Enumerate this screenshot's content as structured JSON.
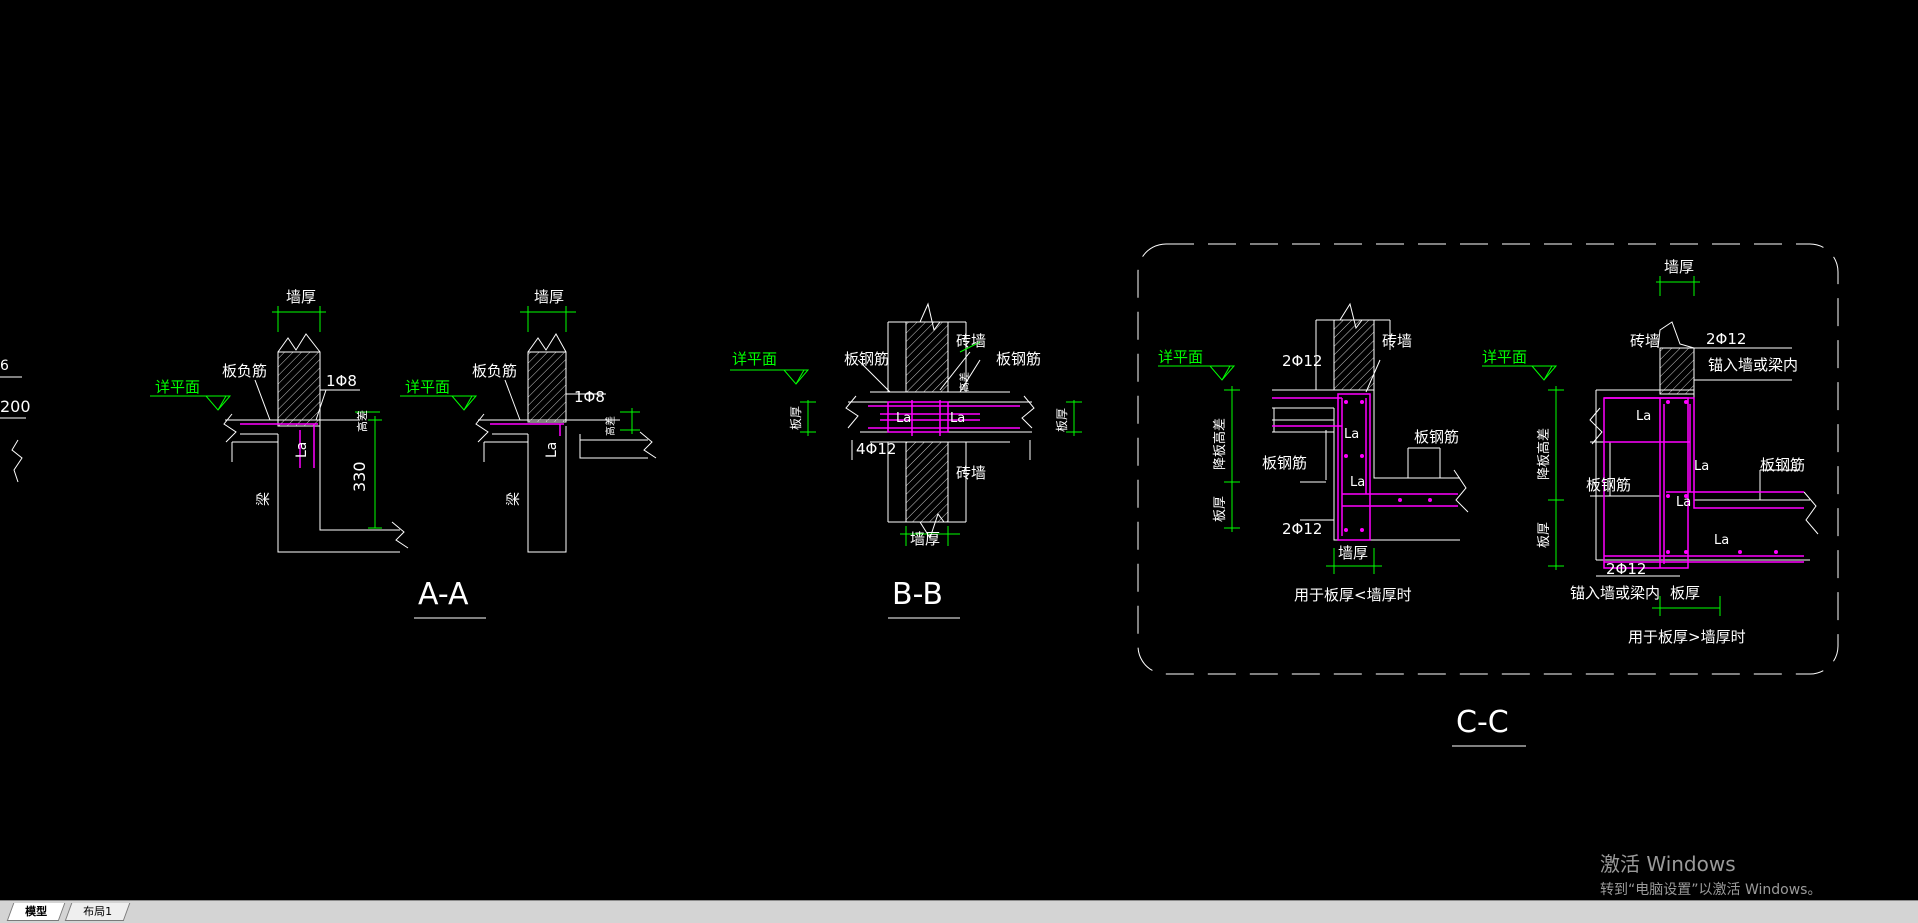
{
  "colors": {
    "background": "#000000",
    "line": "#ffffff",
    "label": "#00ff00",
    "rebar": "#ff00ff",
    "hatch": "#ffffff",
    "watermark": "#9a9a9a"
  },
  "left_edge_fragment": {
    "text1": "6",
    "text2": "200"
  },
  "section_aa": {
    "title": "A-A",
    "d1": {
      "wall_thickness": "墙厚",
      "slab_neg_bar": "板负筋",
      "level_mark": "详平面",
      "bar": "1Φ8",
      "height_diff": "高差",
      "la": "La",
      "beam": "梁",
      "dim": "330"
    },
    "d2": {
      "wall_thickness": "墙厚",
      "slab_neg_bar": "板负筋",
      "level_mark": "详平面",
      "bar": "1Φ8",
      "height_diff": "高差",
      "la": "La",
      "beam": "梁"
    }
  },
  "section_bb": {
    "title": "B-B",
    "level_mark": "详平面",
    "slab_bar_left": "板钢筋",
    "slab_bar_right": "板钢筋",
    "brick_wall_top": "砖墙",
    "brick_wall_bottom": "砖墙",
    "slab_thickness_left": "板厚",
    "slab_thickness_right": "板厚",
    "height_diff": "高差",
    "la1": "La",
    "la2": "La",
    "bar": "4Φ12",
    "wall_thickness": "墙厚"
  },
  "section_cc": {
    "title": "C-C",
    "left": {
      "level_mark": "详平面",
      "bar_top": "2Φ12",
      "brick_wall": "砖墙",
      "height_diff": "降板高差",
      "slab_bar_left": "板钢筋",
      "slab_bar_right": "板钢筋",
      "slab_thickness": "板厚",
      "bar_bottom": "2Φ12",
      "wall_thickness": "墙厚",
      "la1": "La",
      "la2": "La",
      "caption": "用于板厚<墙厚时"
    },
    "right": {
      "wall_thickness": "墙厚",
      "level_mark": "详平面",
      "brick_wall": "砖墙",
      "bar_top": "2Φ12",
      "anchor_top": "锚入墙或梁内",
      "height_diff": "降板高差",
      "slab_bar_left": "板钢筋",
      "slab_bar_right": "板钢筋",
      "slab_thickness": "板厚",
      "la1": "La",
      "la2": "La",
      "la3": "La",
      "la4": "La",
      "bar_bottom": "2Φ12",
      "anchor_bottom": "锚入墙或梁内",
      "slab_thickness_bottom": "板厚",
      "caption": "用于板厚>墙厚时"
    }
  },
  "tabs": [
    {
      "label": "模型",
      "active": true
    },
    {
      "label": "布局1",
      "active": false
    }
  ],
  "watermark": {
    "line1": "激活 Windows",
    "line2": "转到“电脑设置”以激活 Windows。"
  }
}
